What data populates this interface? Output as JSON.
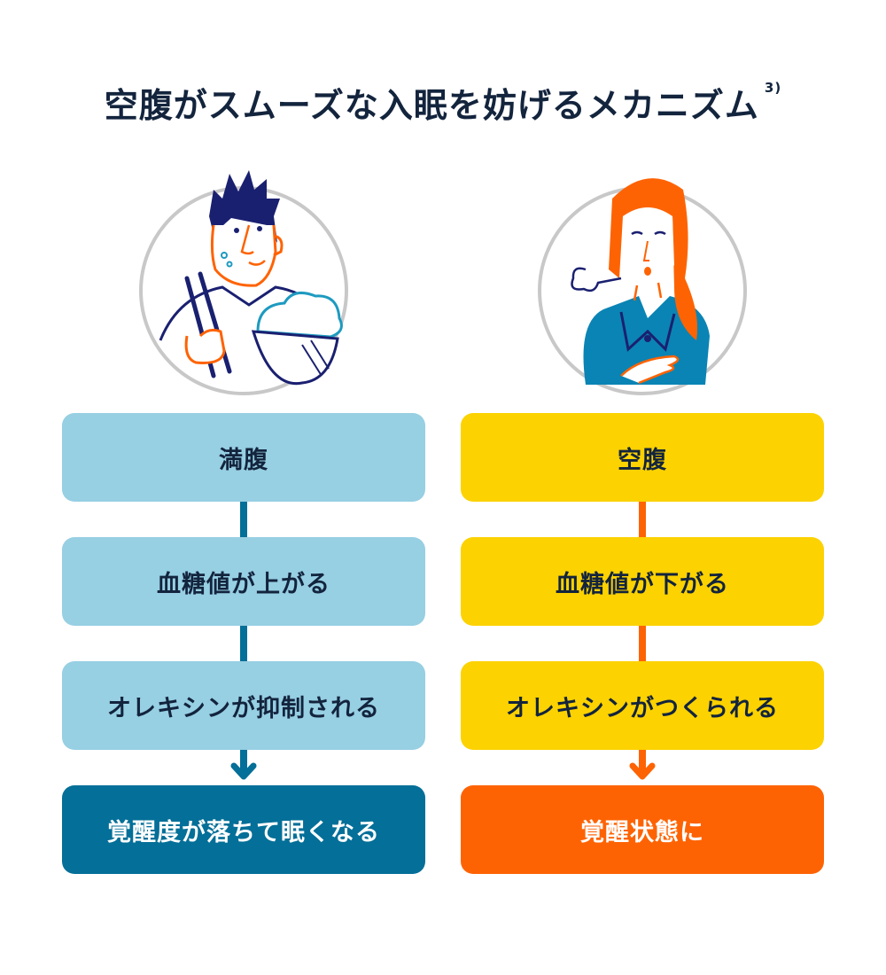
{
  "title": {
    "text": "空腹がスムーズな入眠を妨げるメカニズム",
    "footnote": "3)"
  },
  "colors": {
    "title_text": "#13243d",
    "left_light_box": "#97cfe3",
    "left_final_box": "#046f98",
    "left_connector": "#046f98",
    "right_light_box": "#fcd200",
    "right_final_box": "#fe6303",
    "right_connector": "#fe6303",
    "portrait_ring": "#c8c8c8"
  },
  "columns": [
    {
      "portrait": "man-eating-rice-illustration",
      "steps": [
        {
          "label": "満腹"
        },
        {
          "label": "血糖値が上がる"
        },
        {
          "label": "オレキシンが抑制される"
        },
        {
          "label": "覚醒度が落ちて眠くなる"
        }
      ]
    },
    {
      "portrait": "hungry-woman-sighing-illustration",
      "steps": [
        {
          "label": "空腹"
        },
        {
          "label": "血糖値が下がる"
        },
        {
          "label": "オレキシンがつくられる"
        },
        {
          "label": "覚醒状態に"
        }
      ]
    }
  ]
}
